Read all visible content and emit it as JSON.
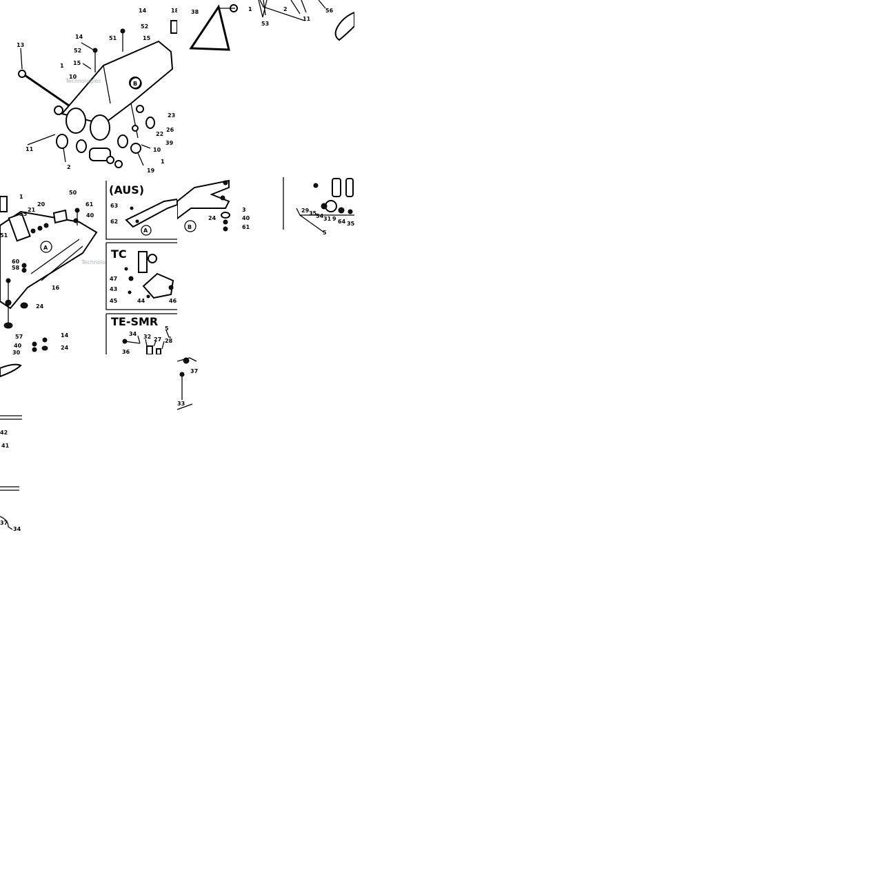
{
  "variants": {
    "aus": "(AUS)",
    "tc": "TC",
    "te_smr": "TE-SMR"
  },
  "circle_letters": {
    "a": "A",
    "b": "B"
  },
  "watermark": "Technologies",
  "callouts": {
    "t1": [
      "14",
      "18",
      "52",
      "51",
      "14",
      "52",
      "15",
      "15",
      "13",
      "1",
      "10",
      "B",
      "23",
      "22",
      "26",
      "10",
      "39",
      "1",
      "11",
      "2",
      "19"
    ],
    "t2": [
      "38",
      "1",
      "2",
      "11",
      "56",
      "53"
    ],
    "t4": [
      "1",
      "50",
      "21",
      "20",
      "61",
      "55",
      "40",
      "51",
      "60",
      "58",
      "16",
      "24",
      "57",
      "14",
      "40",
      "24",
      "30"
    ],
    "t5": [
      "63",
      "62",
      "47",
      "43",
      "45",
      "44",
      "46",
      "34",
      "32",
      "27",
      "28",
      "5",
      "36"
    ],
    "t6": [
      "3",
      "24",
      "40",
      "61"
    ],
    "t7": [
      "29",
      "35",
      "54",
      "31",
      "9",
      "64",
      "35",
      "5"
    ],
    "t8": [
      "37",
      "33"
    ],
    "t9": [
      "42",
      "41",
      "37",
      "34"
    ]
  }
}
